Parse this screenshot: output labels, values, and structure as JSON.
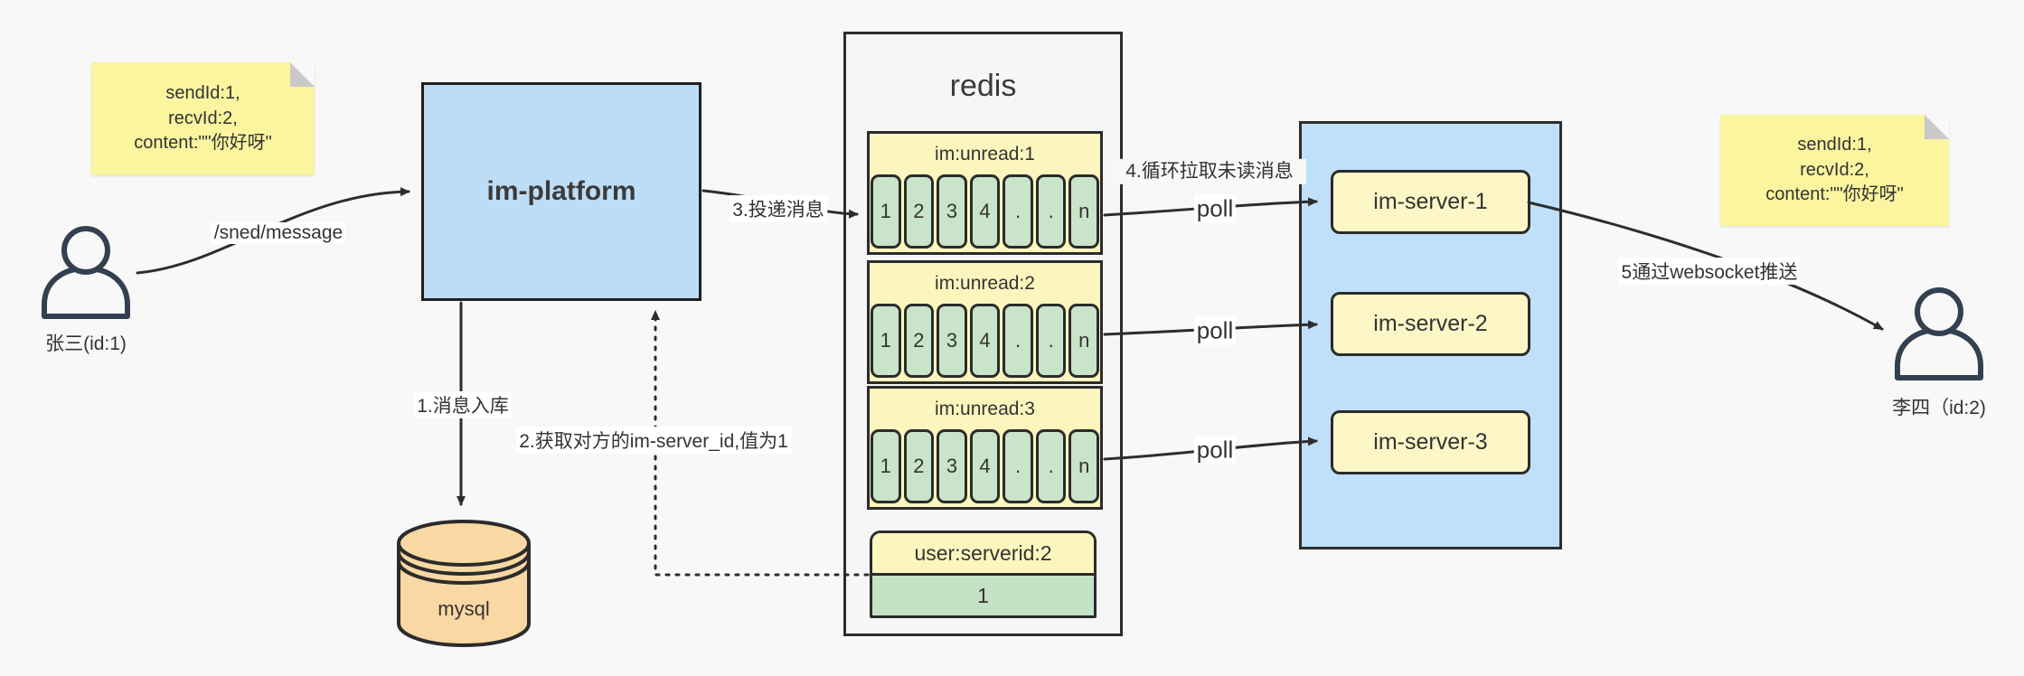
{
  "notes": {
    "left": {
      "lines": [
        "sendId:1,",
        "recvId:2,",
        "content:\"\"你好呀\""
      ]
    },
    "right": {
      "lines": [
        "sendId:1,",
        "recvId:2,",
        "content:\"\"你好呀\""
      ]
    }
  },
  "actors": {
    "sender": {
      "label": "张三(id:1)"
    },
    "receiver": {
      "label": "李四（id:2)"
    }
  },
  "platform": {
    "label": "im-platform"
  },
  "database": {
    "label": "mysql"
  },
  "redis": {
    "title": "redis",
    "queues": [
      {
        "title": "im:unread:1",
        "cells": [
          "1",
          "2",
          "3",
          "4",
          ".",
          ".",
          "n"
        ]
      },
      {
        "title": "im:unread:2",
        "cells": [
          "1",
          "2",
          "3",
          "4",
          ".",
          ".",
          "n"
        ]
      },
      {
        "title": "im:unread:3",
        "cells": [
          "1",
          "2",
          "3",
          "4",
          ".",
          ".",
          "n"
        ]
      }
    ],
    "mapping": {
      "title": "user:serverid:2",
      "value": "1"
    }
  },
  "cluster": {
    "servers": [
      {
        "label": "im-server-1"
      },
      {
        "label": "im-server-2"
      },
      {
        "label": "im-server-3"
      }
    ]
  },
  "edges": {
    "send_api": "/sned/message",
    "step1": "1.消息入库",
    "step2": "2.获取对方的im-server_id,值为1",
    "step3": "3.投递消息",
    "step4": "4.循环拉取未读消息",
    "step5": "5通过websocket推送",
    "poll1": "poll",
    "poll2": "poll",
    "poll3": "poll"
  },
  "colors": {
    "background": "#f8f8f8",
    "box_blue": "#bdddf6",
    "note_yellow": "#faf59e",
    "panel_yellow": "#fcf6be",
    "cell_green": "#c9e4c9",
    "db_orange": "#f9d8a3",
    "stroke": "#2d2d2d"
  }
}
